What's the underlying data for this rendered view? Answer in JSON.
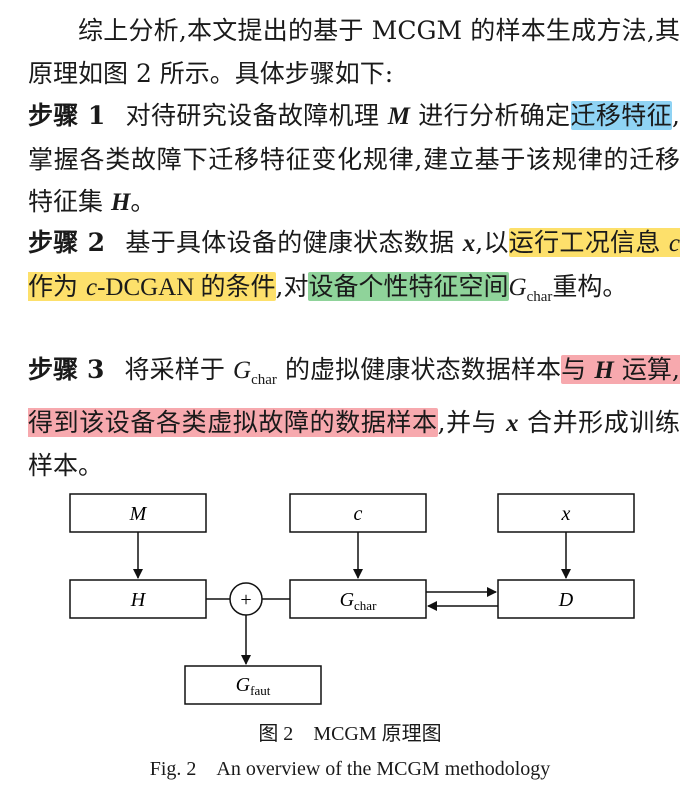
{
  "intro": {
    "text": "综上分析,本文提出的基于 MCGM 的样本生成方法,其原理如图 2 所示。具体步骤如下:"
  },
  "step1": {
    "head": "步骤 1",
    "t1": "对待研究设备故障机理 ",
    "M": "M",
    "t2": " 进行分析确定",
    "hl_blue": "迁移特征",
    "t3": ",掌握各类故障下迁移特征变化规律,建立基于该规律的迁移特征集 ",
    "H": "H",
    "t4": "。"
  },
  "step2": {
    "head": "步骤 2",
    "t1": "基于具体设备的健康状态数据 ",
    "x": "x",
    "t2": ",以",
    "hl_yellow_1": "运行工况信息 ",
    "hl_c": "c",
    "hl_yellow_2": " 作为 ",
    "hl_c2": "c",
    "hl_yellow_3": "-DCGAN 的条件",
    "t3": ",对",
    "hl_green": "设备个性特征空间",
    "G": "G",
    "G_sub": "char",
    "t4": "重构。"
  },
  "step3": {
    "head": "步骤 3",
    "t1": "将采样于 ",
    "G": "G",
    "G_sub": "char",
    "t2": " 的虚拟健康状态数据样本",
    "hl_red_1": "与 ",
    "hl_H": "H",
    "hl_red_2": " 运算,得到该设备各类虚拟故障的数据样本",
    "t3": ",并与 ",
    "x": "x",
    "t4": " 合并形成训练样本。"
  },
  "diagram": {
    "box_M": "M",
    "box_c": "c",
    "box_x": "x",
    "box_H": "H",
    "plus": "+",
    "box_Gchar": "G",
    "box_Gchar_sub": "char",
    "box_D": "D",
    "box_Gfaut": "G",
    "box_Gfaut_sub": "faut"
  },
  "caption": {
    "cn_fig": "图 2",
    "cn_title": "MCGM 原理图",
    "en_fig": "Fig. 2",
    "en_title": "An overview of the MCGM methodology"
  },
  "colors": {
    "highlight_blue": "#8fd3f4",
    "highlight_yellow": "#fde06b",
    "highlight_green": "#8fd39a",
    "highlight_red": "#f7a9ae"
  }
}
